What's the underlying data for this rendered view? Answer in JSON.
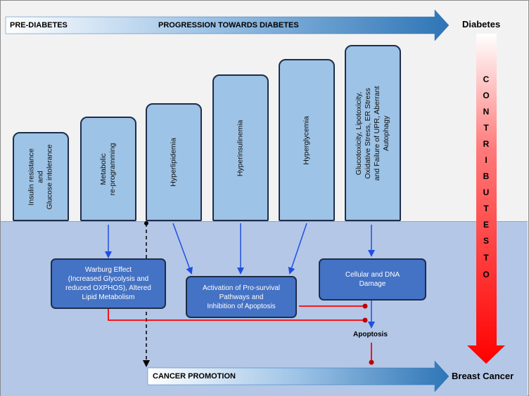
{
  "banners": {
    "top_left": "PRE-DIABETES",
    "top_center": "PROGRESSION TOWARDS DIABETES",
    "bottom": "CANCER PROMOTION"
  },
  "endpoints": {
    "diabetes": "Diabetes",
    "breast_cancer": "Breast Cancer",
    "apoptosis": "Apoptosis"
  },
  "contributes": [
    "C",
    "O",
    "N",
    "T",
    "R",
    "I",
    "B",
    "U",
    "T",
    "E",
    "S",
    "T",
    "O"
  ],
  "stages": [
    "Insulin resistance\nand\nGlucose intolerance",
    "Metabolic\nre-programming",
    "Hyperlipidemia",
    "Hyperinsulinemia",
    "Hyperglycemia",
    "Glucotoxicity, Lipotoxicity,\nOxidative Stress, ER Stress\nand Failure of UPR, Aberrant\nAutophagy"
  ],
  "outcomes": {
    "warburg": "Warburg Effect\n(Increased Glycolysis and\nreduced OXPHOS), Altered\nLipid Metabolism",
    "prosurvival": "Activation of Pro-survival\nPathways and\nInhibition of Apoptosis",
    "dna_damage": "Cellular and DNA\nDamage"
  },
  "colors": {
    "stage_fill": "#9dc3e6",
    "outcome_fill": "#4472c4",
    "top_bg": "#f2f2f2",
    "bottom_bg": "#b4c7e7",
    "arrow_blue": "#2e75b6",
    "inhibit_red": "#ff0000"
  }
}
